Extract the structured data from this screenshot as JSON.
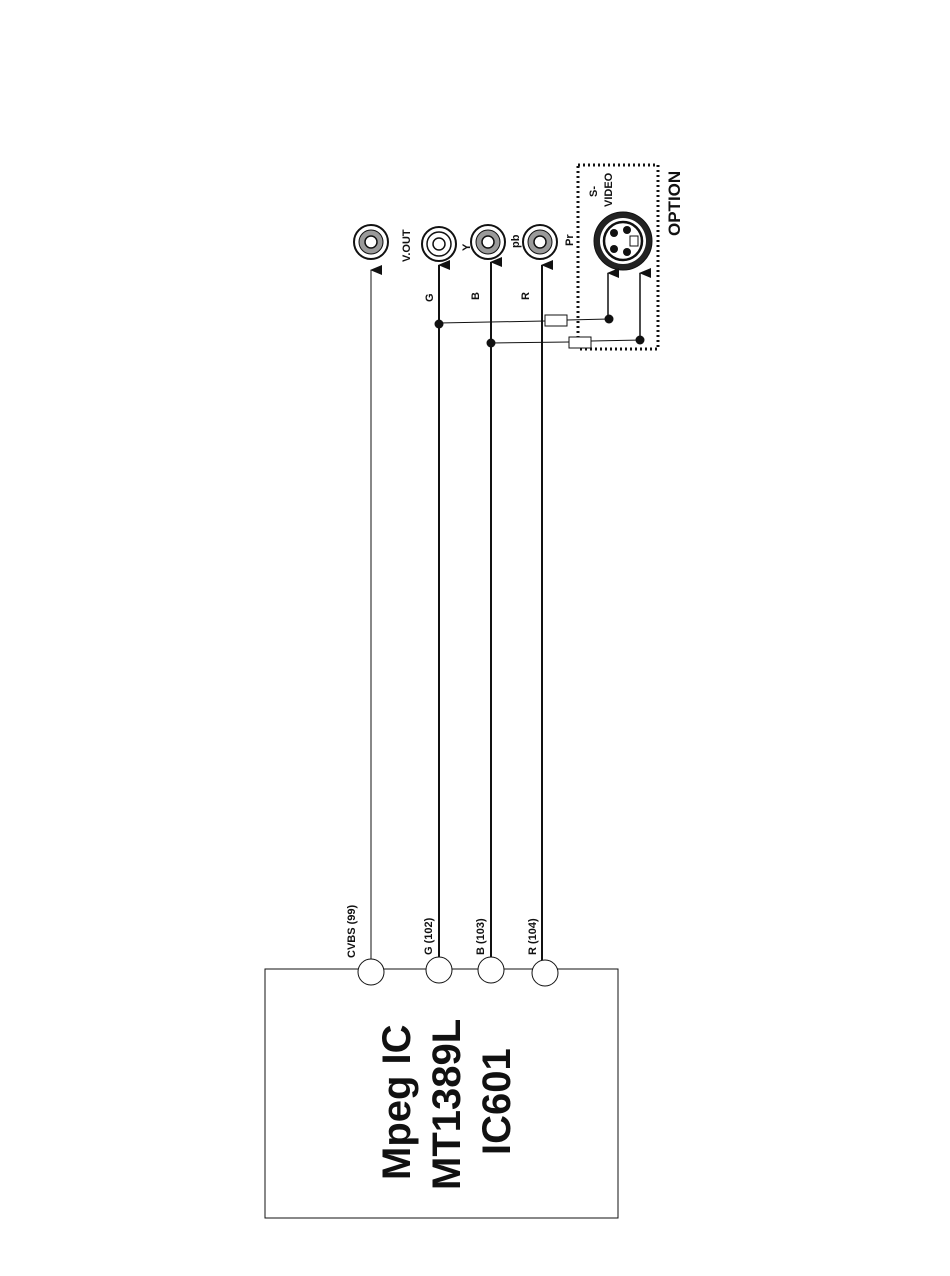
{
  "chip": {
    "lines": [
      "Mpeg IC",
      "MT1389L",
      "IC601"
    ]
  },
  "pins": [
    {
      "id": "cvbs",
      "label": "CVBS (99)"
    },
    {
      "id": "g",
      "label": "G (102)"
    },
    {
      "id": "b",
      "label": "B (103)"
    },
    {
      "id": "r",
      "label": "R (104)"
    }
  ],
  "signals": {
    "g": "G",
    "b": "B",
    "r": "R"
  },
  "connectors": {
    "vout": "V.OUT",
    "y": "Y",
    "pb": "pb",
    "pr": "Pr"
  },
  "svideo": {
    "label_line1": "S-",
    "label_line2": "VIDEO",
    "option": "OPTION"
  }
}
